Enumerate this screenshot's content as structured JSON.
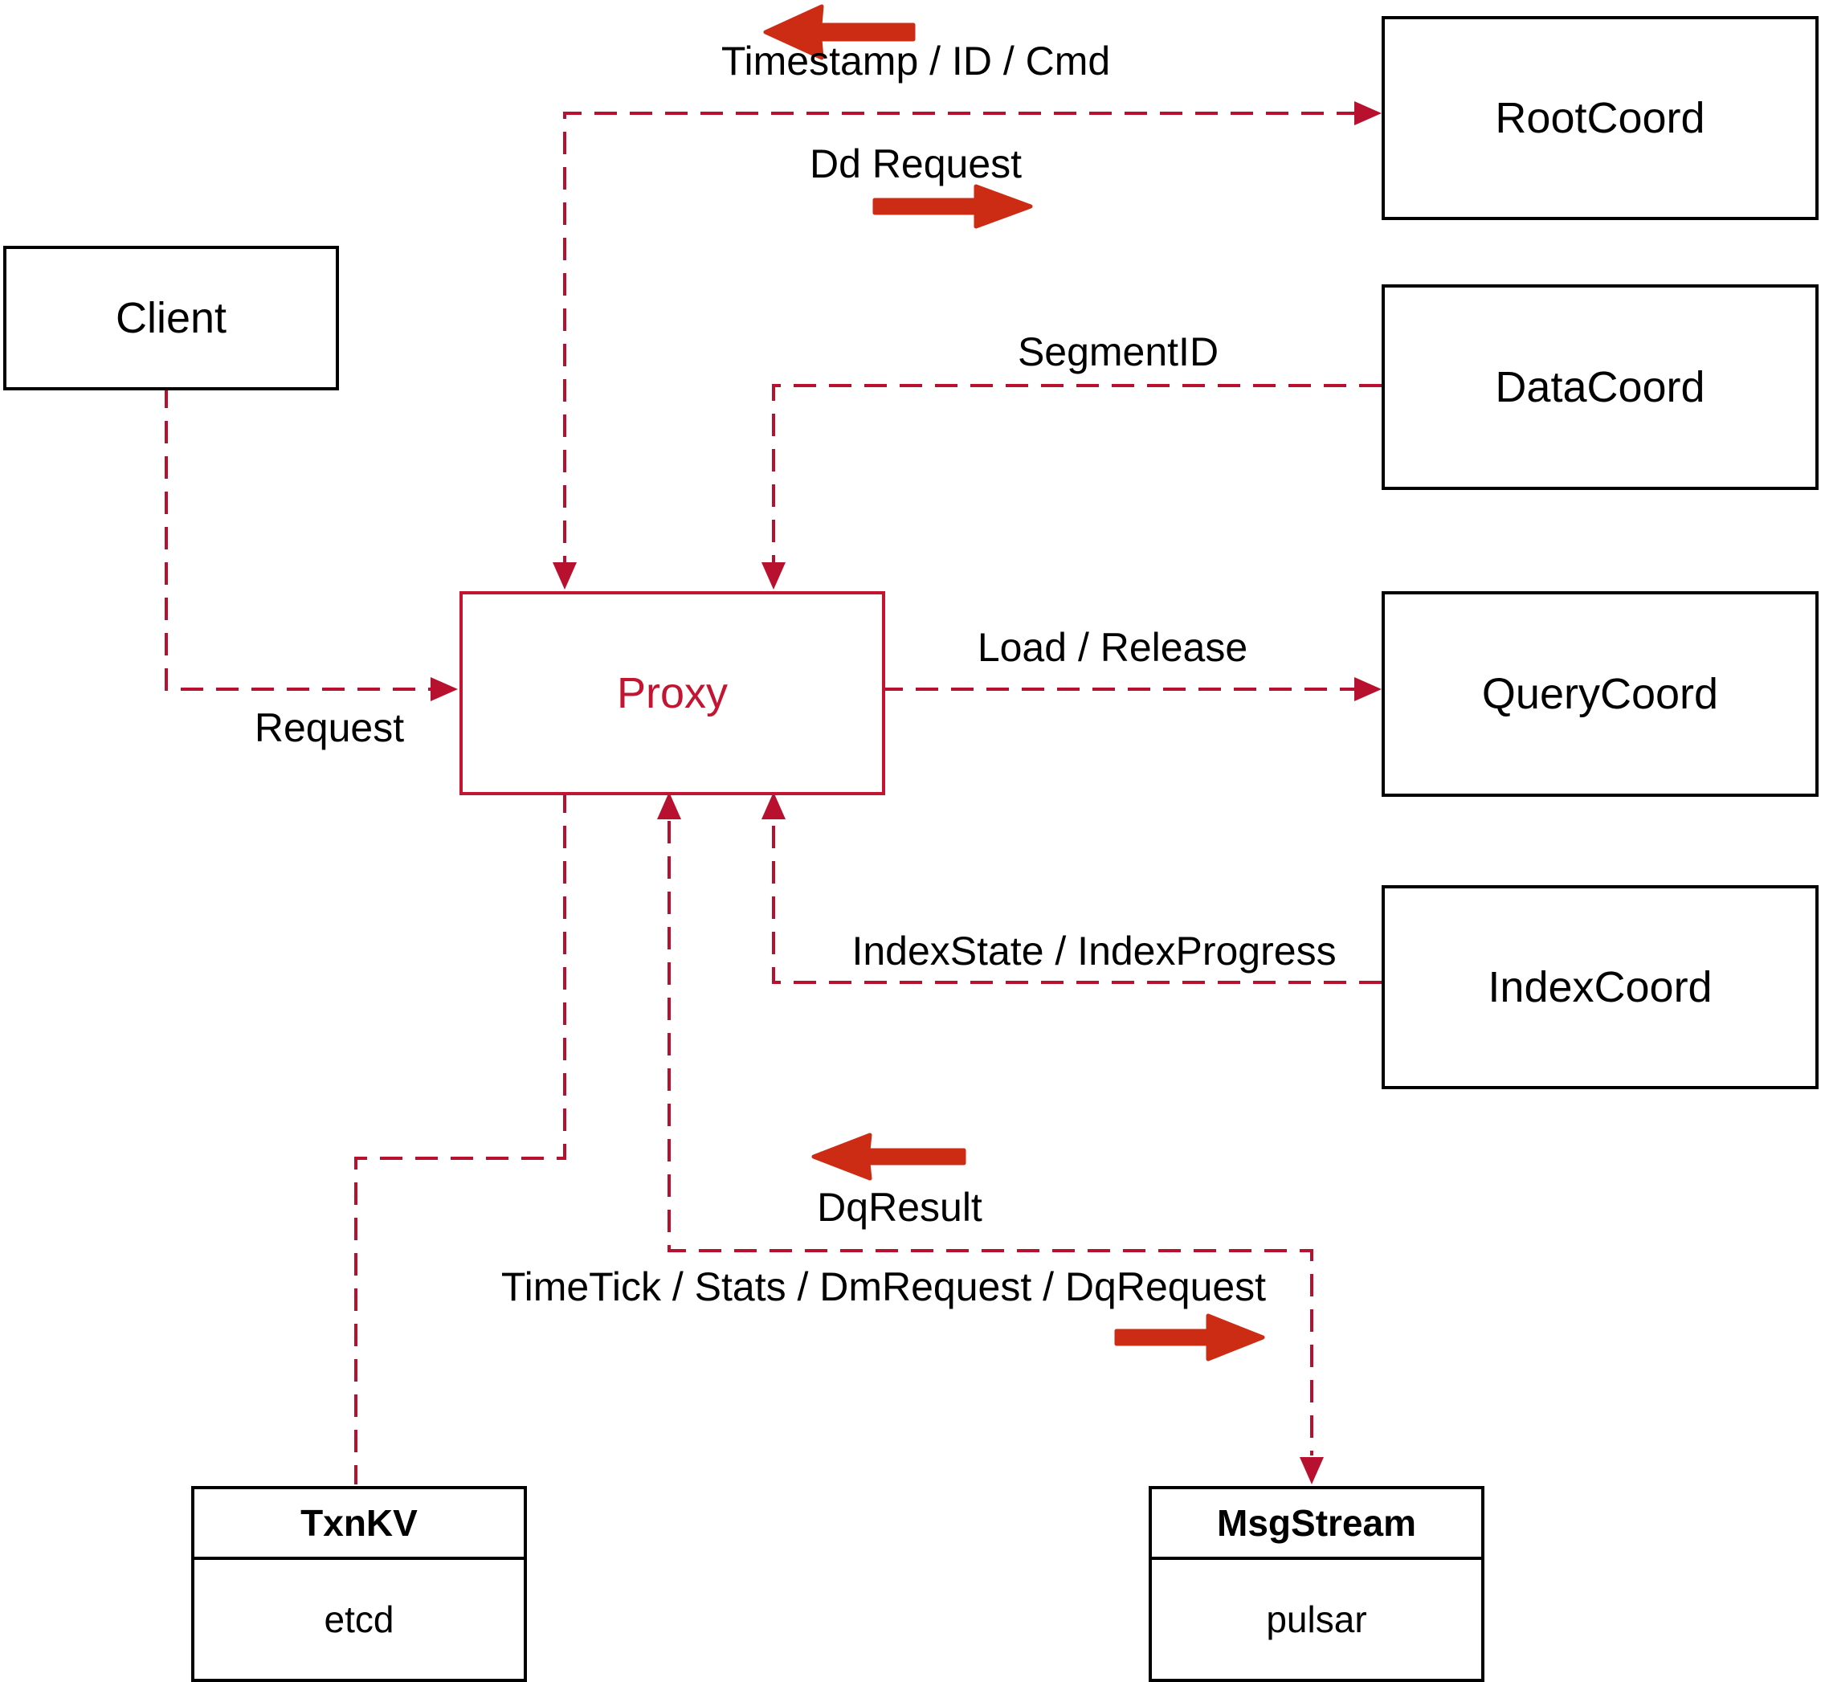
{
  "colors": {
    "line": "#b8112f",
    "arrow-icon": "#cc2b14",
    "proxy": "#c31432",
    "box-border": "#000000",
    "text": "#000000",
    "bg": "#ffffff"
  },
  "nodes": {
    "client": {
      "label": "Client"
    },
    "proxy": {
      "label": "Proxy"
    },
    "rootcoord": {
      "label": "RootCoord"
    },
    "datacoord": {
      "label": "DataCoord"
    },
    "querycoord": {
      "label": "QueryCoord"
    },
    "indexcoord": {
      "label": "IndexCoord"
    },
    "txnkv": {
      "title": "TxnKV",
      "subtitle": "etcd"
    },
    "msgstream": {
      "title": "MsgStream",
      "subtitle": "pulsar"
    }
  },
  "edge_labels": {
    "timestamp": "Timestamp / ID / Cmd",
    "dd_request": "Dd Request",
    "segment_id": "SegmentID",
    "load_release": "Load / Release",
    "index_state": "IndexState / IndexProgress",
    "request": "Request",
    "dq_result": "DqResult",
    "timetick": "TimeTick / Stats / DmRequest / DqRequest"
  },
  "edges": [
    {
      "from": "Client",
      "to": "Proxy",
      "label": "Request",
      "direction": "to-proxy"
    },
    {
      "from": "Proxy",
      "to": "RootCoord",
      "label": "Dd Request",
      "direction": "to-rootcoord"
    },
    {
      "from": "RootCoord",
      "to": "Proxy",
      "label": "Timestamp / ID / Cmd",
      "direction": "to-proxy"
    },
    {
      "from": "DataCoord",
      "to": "Proxy",
      "label": "SegmentID",
      "direction": "to-proxy"
    },
    {
      "from": "Proxy",
      "to": "QueryCoord",
      "label": "Load / Release",
      "direction": "to-querycoord"
    },
    {
      "from": "IndexCoord",
      "to": "Proxy",
      "label": "IndexState / IndexProgress",
      "direction": "to-proxy"
    },
    {
      "from": "Proxy",
      "to": "TxnKV",
      "label": "",
      "direction": "none-shown"
    },
    {
      "from": "Proxy",
      "to": "MsgStream",
      "label": "TimeTick / Stats / DmRequest / DqRequest",
      "direction": "to-msgstream"
    },
    {
      "from": "MsgStream",
      "to": "Proxy",
      "label": "DqResult",
      "direction": "to-proxy"
    }
  ]
}
